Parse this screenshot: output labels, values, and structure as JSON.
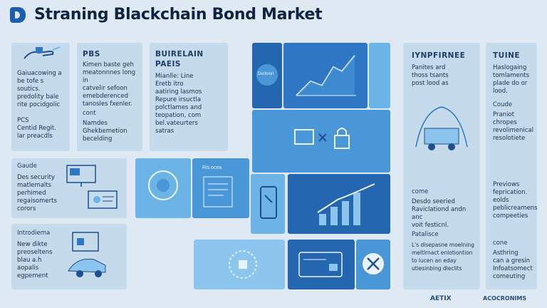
{
  "header": {
    "title": "Straning Blackchain Bond Market"
  },
  "col1": {
    "card1_text": "Gaiuacowing a\nbe tofe s\nsoutics.\npredolity bale\nrite pocidgolic\n\nPCS\nCentid Regit.\nlar preacdls",
    "card2_head": "Gaude",
    "card2_text": "Des security\nmatlemalts\nperhimed\nregaisomerts\ncorors",
    "card3_head": "Introdiema",
    "card3_text": "New dikte\npreoseltens\nblau a.h\naopalis\negpement"
  },
  "col2": {
    "head": "PBS",
    "text1": "Kimen baste geh\nmeatonnnes long in\ncatvelir sefoon\nemebderenced\ntanosles fxenler.",
    "sub": "cont",
    "text2": "Namdes\nGhekbemetion\nbecelding"
  },
  "col3": {
    "head1": "BUIRELAIN",
    "head2": "PAEIS",
    "text": "Mianlle: Line\nEretb itro\naatiring lasmos\nRepure irsuctla\npolctlames and\nteopation, com\nbel.vateurters\nsatras"
  },
  "center": {
    "chip_label": "Dentvon",
    "small_label": "Ris ocea"
  },
  "col6": {
    "head": "IYNPFIRNEE",
    "text1": "Panites ard\nthoss tsants\npost lood as",
    "sub1": "come",
    "text2": "Desdo seeried\nRaviclationd andn anc\nvoit festicnl.",
    "sub2": "Patalisce",
    "text3": "L's disepasne moelning\nmeltlrnact enlotiontion\nto lucen an eday\nutiesinbing dleclits"
  },
  "col7": {
    "head": "TUINE",
    "text1": "Haslogaing\ntomlaments\nplade do or\nlood.",
    "sub1": "Coude",
    "text2": "Praniot\nchropes\nrevolimenical\nresolotiete",
    "text3": "Previows\nfeprication.\neolds\npeblicreamens\ncompeeties",
    "sub2": "cone",
    "text4": "Asthring\ncan a gresin\nInfoatsomect\ncomeuting"
  },
  "footer": {
    "left": "AETIX",
    "right": "ACOCRONIMS"
  },
  "icons": [
    "hand-icon",
    "monitor-icon",
    "lock-icon",
    "chart-up-icon",
    "gear-icon",
    "globe-icon",
    "car-icon",
    "pen-icon",
    "sphere-icon",
    "atm-icon",
    "card-icon",
    "wrench-icon"
  ],
  "colors": {
    "background": "#dfe9f3",
    "panel": "#c5daeb",
    "accent": "#2f77c4",
    "title": "#0f2442"
  }
}
